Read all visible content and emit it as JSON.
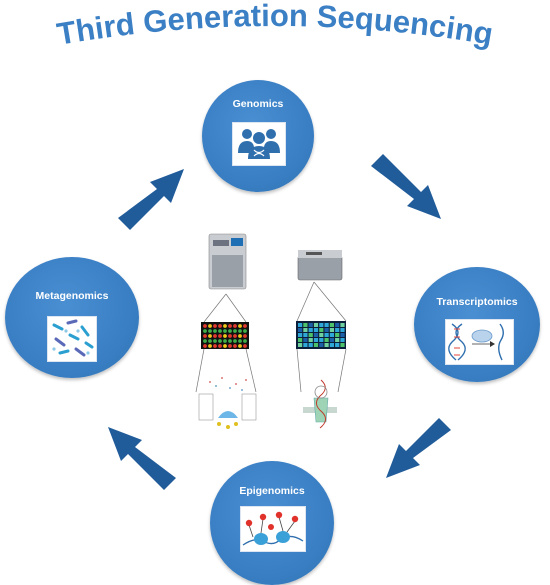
{
  "title": "Third Generation Sequencing",
  "nodes": {
    "genomics": {
      "label": "Genomics",
      "icon": "people-dna-icon"
    },
    "transcriptomics": {
      "label": "Transcriptomics",
      "icon": "dna-transcription-icon"
    },
    "epigenomics": {
      "label": "Epigenomics",
      "icon": "nucleosome-methylation-icon"
    },
    "metagenomics": {
      "label": "Metagenomics",
      "icon": "microbes-icon"
    }
  },
  "center": {
    "left_column_icons": [
      "sequencer-tower-icon",
      "signal-grid-icon",
      "smrt-well-icon"
    ],
    "right_column_icons": [
      "sequencer-box-icon",
      "flowcell-grid-icon",
      "nanopore-icon"
    ]
  },
  "colors": {
    "title": "#3b7fc4",
    "node": "#3a7fc4",
    "arrow": "#215c9a"
  }
}
